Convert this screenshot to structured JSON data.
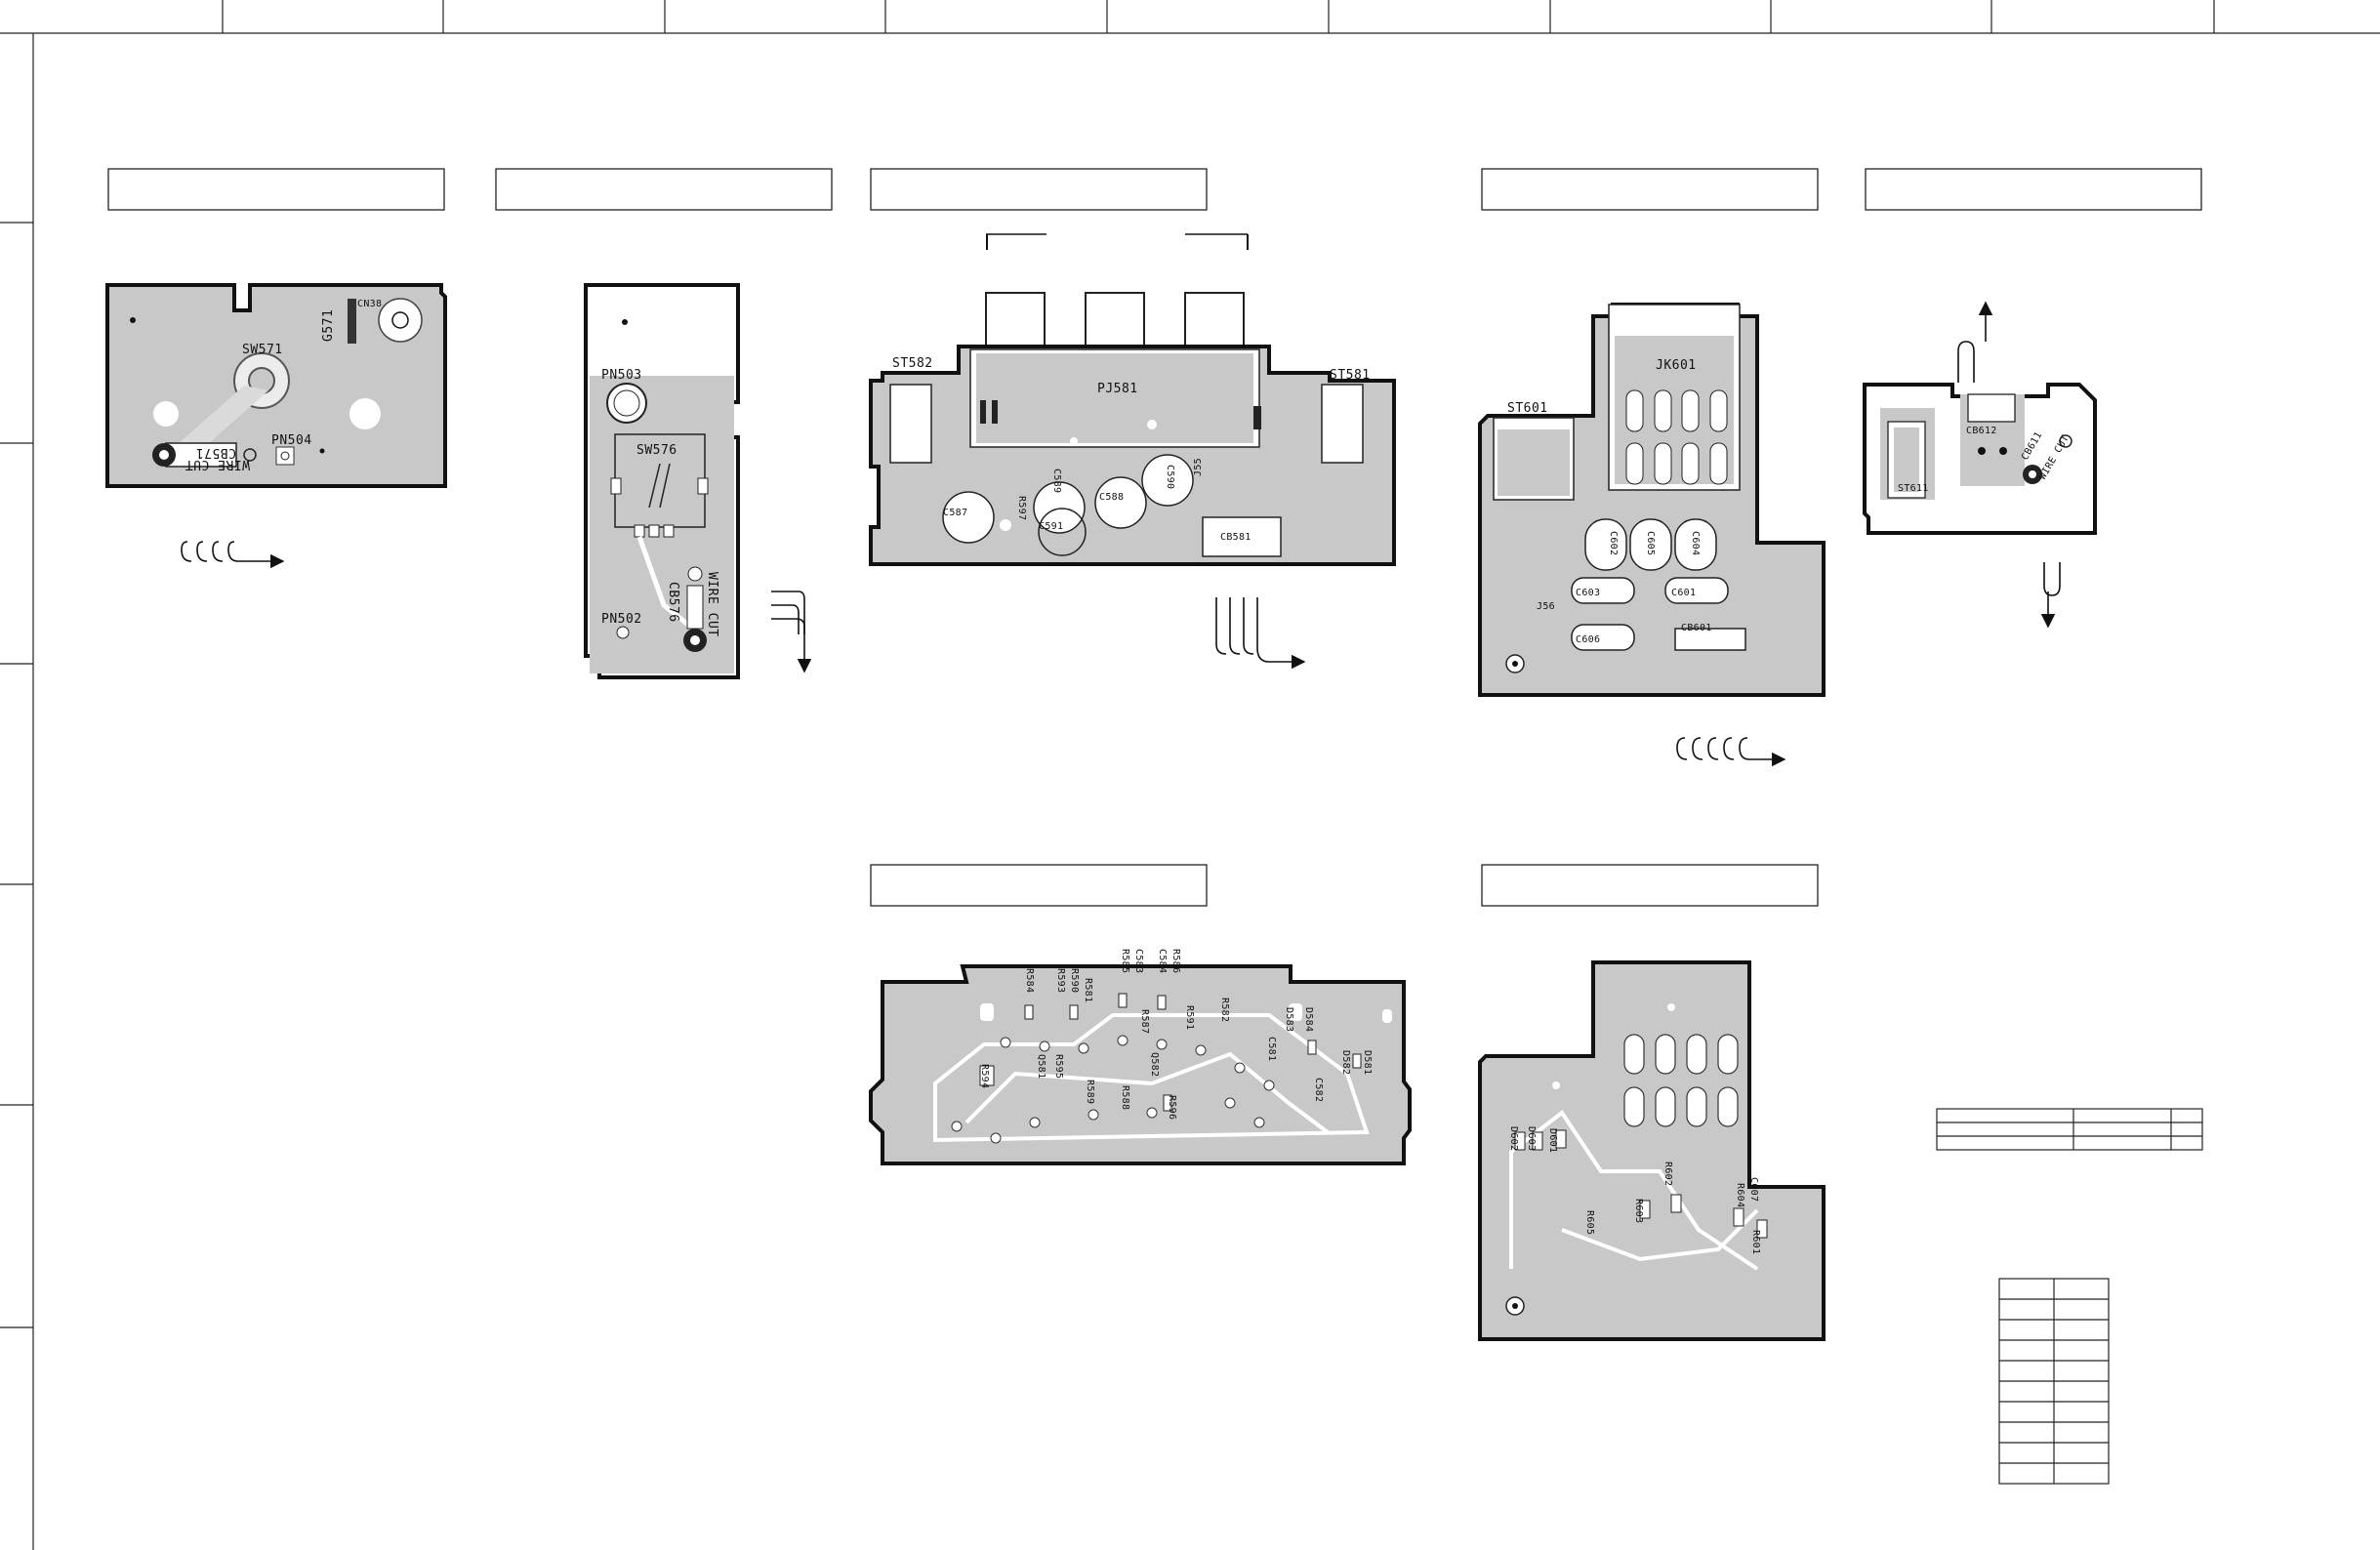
{
  "labels": {
    "ic_tuning": "G571",
    "connector_cn38": "CN38",
    "switch_sw571": "SW571",
    "pad_pn504": "PN504",
    "cap_cb571": "CB571",
    "wire_cut_a": "WIRE CUT",
    "pad_pn503": "PN503",
    "switch_sw576": "SW576",
    "cap_cb576": "CB576",
    "wire_cut_b": "WIRE CUT",
    "pad_pn502": "PN502",
    "st582": "ST582",
    "pj581": "PJ581",
    "st581": "ST581",
    "cap_c589": "C589",
    "cap_c590": "C590",
    "cap_c588": "C588",
    "cap_c587": "C587",
    "res_r597": "R597",
    "cap_c591": "C591",
    "jumper_j55": "J55",
    "cap_cb581": "CB581",
    "st601": "ST601",
    "jk601": "JK601",
    "cap_c602": "C602",
    "cap_c605": "C605",
    "cap_c604": "C604",
    "cap_c603": "C603",
    "cap_c601": "C601",
    "jumper_j56": "J56",
    "cap_cb601": "CB601",
    "cap_c606": "C606",
    "cap_cb612": "CB612",
    "cap_cb611": "CB611",
    "wire_cut_c": "WIRE CUT",
    "st611": "ST611",
    "b_r584": "R584",
    "b_r593": "R593",
    "b_r590": "R590",
    "b_r585": "R585",
    "b_c583": "C583",
    "b_c584": "C584",
    "b_r586": "R586",
    "b_r581": "R581",
    "b_r587": "R587",
    "b_r591": "R591",
    "b_r582": "R582",
    "b_c581": "C581",
    "b_d583": "D583",
    "b_d584": "D584",
    "b_d582": "D582",
    "b_d581": "D581",
    "b_c582": "C582",
    "b_r594": "R594",
    "b_q581": "Q581",
    "b_r595": "R595",
    "b_q582": "Q582",
    "b_r589": "R589",
    "b_r588": "R588",
    "b_r596": "R596",
    "c_d602": "D602",
    "c_d603": "D603",
    "c_d601": "D601",
    "c_r602": "R602",
    "c_r603": "R603",
    "c_r605": "R605",
    "c_c607": "C607",
    "c_r604": "R604",
    "c_r601": "R601"
  },
  "colors": {
    "board_fill": "#c8c8c8",
    "outline": "#111111",
    "pad": "#ffffff"
  }
}
